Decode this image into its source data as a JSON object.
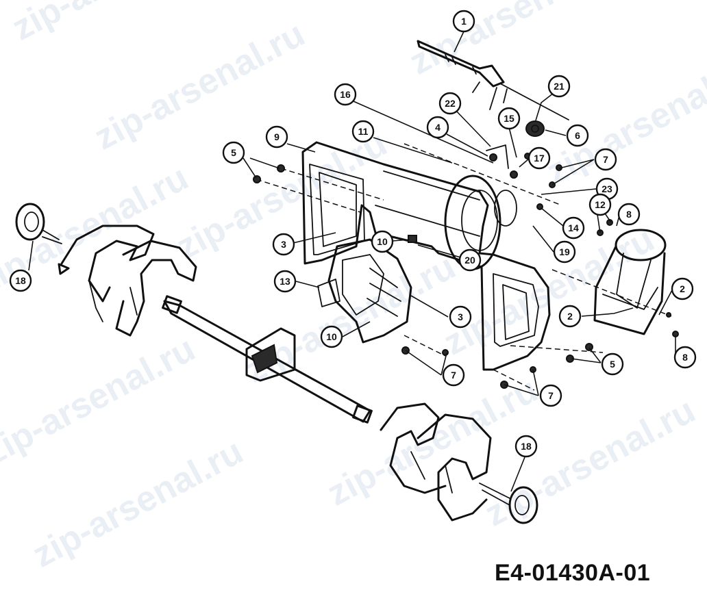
{
  "drawing_code": "E4-01430A-01",
  "watermark_text": "zip-arsenal.ru",
  "callouts": [
    {
      "id": "c1",
      "label": "1"
    },
    {
      "id": "c21",
      "label": "21"
    },
    {
      "id": "c16a",
      "label": "16"
    },
    {
      "id": "c22",
      "label": "22"
    },
    {
      "id": "c15",
      "label": "15"
    },
    {
      "id": "c6",
      "label": "6"
    },
    {
      "id": "c4",
      "label": "4"
    },
    {
      "id": "c11",
      "label": "11"
    },
    {
      "id": "c9",
      "label": "9"
    },
    {
      "id": "c5a",
      "label": "5"
    },
    {
      "id": "c17",
      "label": "17"
    },
    {
      "id": "c7a",
      "label": "7"
    },
    {
      "id": "c23",
      "label": "23"
    },
    {
      "id": "c12",
      "label": "12"
    },
    {
      "id": "c8a",
      "label": "8"
    },
    {
      "id": "c14",
      "label": "14"
    },
    {
      "id": "c3a",
      "label": "3"
    },
    {
      "id": "c10a",
      "label": "10"
    },
    {
      "id": "c20",
      "label": "20"
    },
    {
      "id": "c19",
      "label": "19"
    },
    {
      "id": "c18a",
      "label": "18"
    },
    {
      "id": "c13",
      "label": "13"
    },
    {
      "id": "c2a",
      "label": "2"
    },
    {
      "id": "c2b",
      "label": "2"
    },
    {
      "id": "c3b",
      "label": "3"
    },
    {
      "id": "c10b",
      "label": "10"
    },
    {
      "id": "c5b",
      "label": "5"
    },
    {
      "id": "c8b",
      "label": "8"
    },
    {
      "id": "c7b",
      "label": "7"
    },
    {
      "id": "c7c",
      "label": "7"
    },
    {
      "id": "c18b",
      "label": "18"
    }
  ]
}
